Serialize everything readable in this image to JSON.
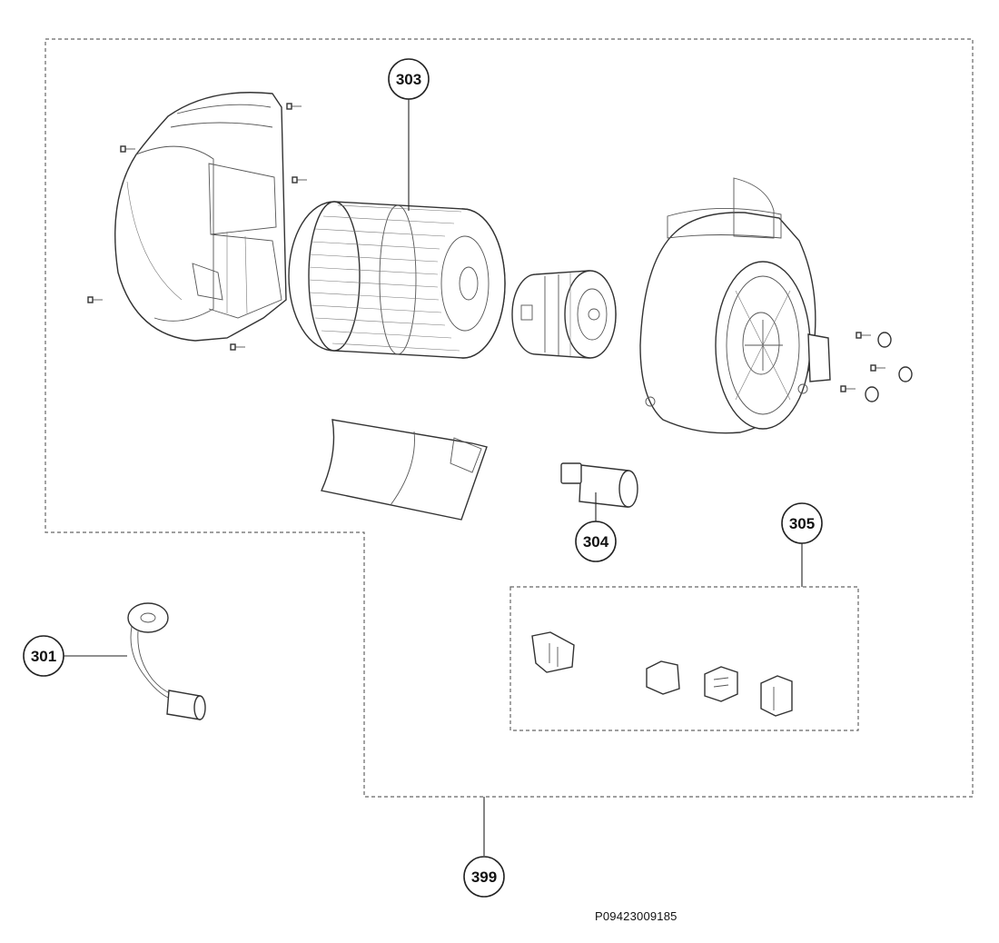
{
  "callouts": {
    "c301": "301",
    "c303": "303",
    "c304": "304",
    "c305": "305",
    "c399": "399"
  },
  "document_number": "P09423009185"
}
